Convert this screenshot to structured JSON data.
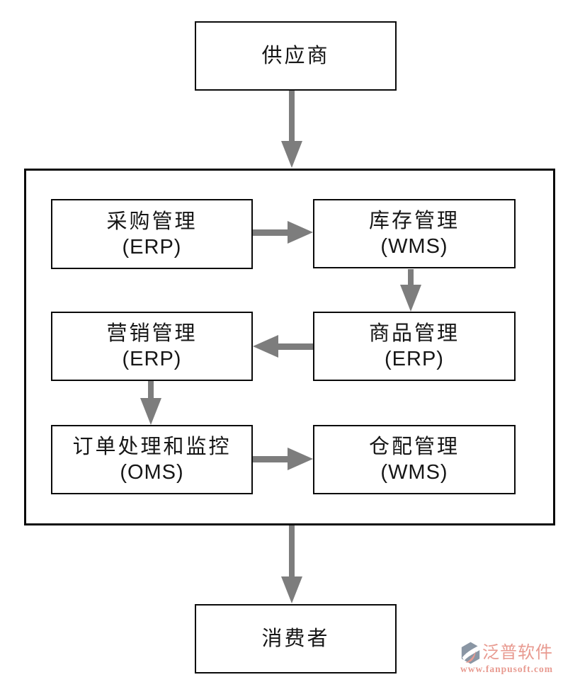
{
  "diagram": {
    "type": "flowchart",
    "supplier": {
      "label": "供应商"
    },
    "consumer": {
      "label": "消费者"
    },
    "modules": [
      {
        "name": "采购管理",
        "system": "(ERP)"
      },
      {
        "name": "库存管理",
        "system": "(WMS)"
      },
      {
        "name": "营销管理",
        "system": "(ERP)"
      },
      {
        "name": "商品管理",
        "system": "(ERP)"
      },
      {
        "name": "订单处理和监控",
        "system": "(OMS)"
      },
      {
        "name": "仓配管理",
        "system": "(WMS)"
      }
    ],
    "flows": [
      {
        "from": "供应商",
        "to": "系统边界"
      },
      {
        "from": "采购管理(ERP)",
        "to": "库存管理(WMS)"
      },
      {
        "from": "库存管理(WMS)",
        "to": "商品管理(ERP)"
      },
      {
        "from": "商品管理(ERP)",
        "to": "营销管理(ERP)"
      },
      {
        "from": "营销管理(ERP)",
        "to": "订单处理和监控(OMS)"
      },
      {
        "from": "订单处理和监控(OMS)",
        "to": "仓配管理(WMS)"
      },
      {
        "from": "系统边界",
        "to": "消费者"
      }
    ],
    "colors": {
      "arrow": "#7d7d7d",
      "border": "#0a0a0a",
      "background": "#ffffff"
    }
  },
  "watermark": {
    "brand": "泛普软件",
    "url": "www.fanpusoft.com",
    "color": "#e89a90",
    "logo_color": "#8a96a4"
  }
}
